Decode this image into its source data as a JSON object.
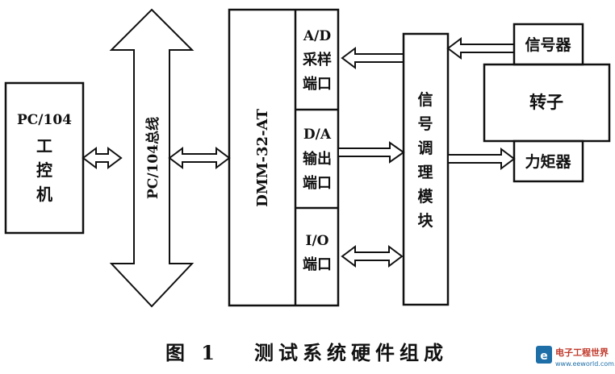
{
  "blocks": {
    "pc104_pc": [
      "PC/104",
      "工",
      "控",
      "机"
    ],
    "pc104_bus": "PC/104总线",
    "dmm": "DMM-32-AT",
    "ad_port": [
      "A/D",
      "采样",
      "端口"
    ],
    "da_port": [
      "D/A",
      "输出",
      "端口"
    ],
    "io_port": [
      "I/O",
      "端口"
    ],
    "signal_module": [
      "信",
      "号",
      "调",
      "理",
      "模",
      "块"
    ],
    "signal_device": "信号器",
    "rotor": "转子",
    "torque_device": "力矩器"
  },
  "caption": "图 1   测试系统硬件组成",
  "watermark": {
    "title": "电子工程世界",
    "url": "www.eeworld.com.cn",
    "logo_color": "#1e6fa8",
    "text_color": "#c0392b"
  }
}
